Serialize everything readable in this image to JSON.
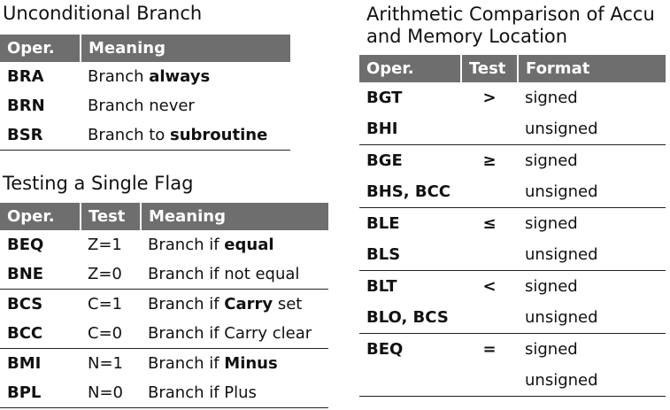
{
  "unconditional": {
    "title": "Unconditional Branch",
    "headers": [
      "Oper.",
      "Meaning"
    ],
    "rows": [
      {
        "op": "BRA",
        "meaning_pre": "Branch ",
        "meaning_bold": "always",
        "meaning_post": ""
      },
      {
        "op": "BRN",
        "meaning_pre": "Branch never",
        "meaning_bold": "",
        "meaning_post": ""
      },
      {
        "op": "BSR",
        "meaning_pre": "Branch to ",
        "meaning_bold": "subroutine",
        "meaning_post": ""
      }
    ]
  },
  "single_flag": {
    "title": "Testing a Single Flag",
    "headers": [
      "Oper.",
      "Test",
      "Meaning"
    ],
    "rows": [
      {
        "op": "BEQ",
        "test": "Z=1",
        "meaning_pre": "Branch if ",
        "meaning_bold": "equal",
        "meaning_post": ""
      },
      {
        "op": "BNE",
        "test": "Z=0",
        "meaning_pre": "Branch if not equal",
        "meaning_bold": "",
        "meaning_post": ""
      },
      {
        "op": "BCS",
        "test": "C=1",
        "meaning_pre": "Branch if ",
        "meaning_bold": "Carry",
        "meaning_post": " set"
      },
      {
        "op": "BCC",
        "test": "C=0",
        "meaning_pre": "Branch if Carry clear",
        "meaning_bold": "",
        "meaning_post": ""
      },
      {
        "op": "BMI",
        "test": "N=1",
        "meaning_pre": "Branch if ",
        "meaning_bold": "Minus",
        "meaning_post": ""
      },
      {
        "op": "BPL",
        "test": "N=0",
        "meaning_pre": "Branch if Plus",
        "meaning_bold": "",
        "meaning_post": ""
      }
    ]
  },
  "arithmetic": {
    "title_line1": "Arithmetic Comparison of Accu",
    "title_line2": "and Memory Location",
    "headers": [
      "Oper.",
      "Test",
      "Format"
    ],
    "rows": [
      {
        "op": "BGT",
        "test": ">",
        "format": "signed"
      },
      {
        "op": "BHI",
        "test": "",
        "format": "unsigned"
      },
      {
        "op": "BGE",
        "test": "≥",
        "format": "signed"
      },
      {
        "op": "BHS, BCC",
        "test": "",
        "format": "unsigned"
      },
      {
        "op": "BLE",
        "test": "≤",
        "format": "signed"
      },
      {
        "op": "BLS",
        "test": "",
        "format": "unsigned"
      },
      {
        "op": "BLT",
        "test": "<",
        "format": "signed"
      },
      {
        "op": "BLO, BCS",
        "test": "",
        "format": "unsigned"
      },
      {
        "op": "BEQ",
        "test": "=",
        "format": "signed"
      },
      {
        "op": "",
        "test": "",
        "format": "unsigned"
      }
    ]
  },
  "colors": {
    "header_bg": "#6e6e6e",
    "header_text": "#ffffff",
    "text": "#111111"
  }
}
